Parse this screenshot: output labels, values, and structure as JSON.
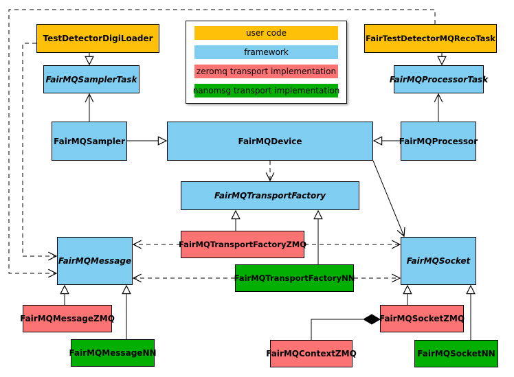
{
  "colors": {
    "user_code": "#FFC107",
    "framework": "#7FCDF1",
    "zeromq": "#FB7373",
    "nanomsg": "#04AF04",
    "line": "#000000",
    "background": "#FFFFFF"
  },
  "legend": {
    "items": [
      {
        "label": "user code",
        "category": "user-code"
      },
      {
        "label": "framework",
        "category": "framework"
      },
      {
        "label": "zeromq transport implementation",
        "category": "zeromq"
      },
      {
        "label": "nanomsg transport implementation",
        "category": "nanomsg"
      }
    ]
  },
  "nodes": {
    "test_detector_digi_loader": {
      "label": "TestDetectorDigiLoader",
      "category": "user-code",
      "abstract": false
    },
    "fair_test_detector_mq_reco_task": {
      "label": "FairTestDetectorMQRecoTask",
      "category": "user-code",
      "abstract": false
    },
    "fairmq_sampler_task": {
      "label": "FairMQSamplerTask",
      "category": "framework",
      "abstract": true
    },
    "fairmq_processor_task": {
      "label": "FairMQProcessorTask",
      "category": "framework",
      "abstract": true
    },
    "fairmq_sampler": {
      "label": "FairMQSampler",
      "category": "framework",
      "abstract": false
    },
    "fairmq_device": {
      "label": "FairMQDevice",
      "category": "framework",
      "abstract": false
    },
    "fairmq_processor": {
      "label": "FairMQProcessor",
      "category": "framework",
      "abstract": false
    },
    "fairmq_transport_factory": {
      "label": "FairMQTransportFactory",
      "category": "framework",
      "abstract": true
    },
    "fairmq_transport_factory_zmq": {
      "label": "FairMQTransportFactoryZMQ",
      "category": "zeromq",
      "abstract": false
    },
    "fairmq_transport_factory_nn": {
      "label": "FairMQTransportFactoryNN",
      "category": "nanomsg",
      "abstract": false
    },
    "fairmq_message": {
      "label": "FairMQMessage",
      "category": "framework",
      "abstract": true
    },
    "fairmq_socket": {
      "label": "FairMQSocket",
      "category": "framework",
      "abstract": true
    },
    "fairmq_message_zmq": {
      "label": "FairMQMessageZMQ",
      "category": "zeromq",
      "abstract": false
    },
    "fairmq_message_nn": {
      "label": "FairMQMessageNN",
      "category": "nanomsg",
      "abstract": false
    },
    "fairmq_socket_zmq": {
      "label": "FairMQSocketZMQ",
      "category": "zeromq",
      "abstract": false
    },
    "fairmq_context_zmq": {
      "label": "FairMQContextZMQ",
      "category": "zeromq",
      "abstract": false
    },
    "fairmq_socket_nn": {
      "label": "FairMQSocketNN",
      "category": "nanomsg",
      "abstract": false
    }
  },
  "edges": [
    {
      "from": "TestDetectorDigiLoader",
      "to": "FairMQSamplerTask",
      "style": "solid",
      "head": "hollow-triangle"
    },
    {
      "from": "FairTestDetectorMQRecoTask",
      "to": "FairMQProcessorTask",
      "style": "solid",
      "head": "hollow-triangle"
    },
    {
      "from": "FairMQSampler",
      "to": "FairMQSamplerTask",
      "style": "solid",
      "head": "open-arrow"
    },
    {
      "from": "FairMQProcessor",
      "to": "FairMQProcessorTask",
      "style": "solid",
      "head": "open-arrow"
    },
    {
      "from": "FairMQSampler",
      "to": "FairMQDevice",
      "style": "solid",
      "head": "hollow-triangle"
    },
    {
      "from": "FairMQProcessor",
      "to": "FairMQDevice",
      "style": "solid",
      "head": "hollow-triangle"
    },
    {
      "from": "FairMQDevice",
      "to": "FairMQTransportFactory",
      "style": "dashed",
      "head": "open-arrow"
    },
    {
      "from": "FairMQDevice",
      "to": "FairMQSocket",
      "style": "solid",
      "head": "open-arrow"
    },
    {
      "from": "FairMQTransportFactoryZMQ",
      "to": "FairMQTransportFactory",
      "style": "solid",
      "head": "hollow-triangle"
    },
    {
      "from": "FairMQTransportFactoryNN",
      "to": "FairMQTransportFactory",
      "style": "solid",
      "head": "hollow-triangle"
    },
    {
      "from": "FairMQTransportFactoryZMQ",
      "to": "FairMQMessage",
      "style": "dashed",
      "head": "open-arrow"
    },
    {
      "from": "FairMQTransportFactoryZMQ",
      "to": "FairMQSocket",
      "style": "dashed",
      "head": "open-arrow"
    },
    {
      "from": "FairMQTransportFactoryNN",
      "to": "FairMQMessage",
      "style": "dashed",
      "head": "open-arrow"
    },
    {
      "from": "FairMQTransportFactoryNN",
      "to": "FairMQSocket",
      "style": "dashed",
      "head": "open-arrow"
    },
    {
      "from": "TestDetectorDigiLoader",
      "to": "FairMQMessage",
      "style": "dashed",
      "head": "open-arrow"
    },
    {
      "from": "FairTestDetectorMQRecoTask",
      "to": "FairMQMessage",
      "style": "dashed",
      "head": "open-arrow"
    },
    {
      "from": "FairMQMessageZMQ",
      "to": "FairMQMessage",
      "style": "solid",
      "head": "hollow-triangle"
    },
    {
      "from": "FairMQMessageNN",
      "to": "FairMQMessage",
      "style": "solid",
      "head": "hollow-triangle"
    },
    {
      "from": "FairMQSocketZMQ",
      "to": "FairMQSocket",
      "style": "solid",
      "head": "hollow-triangle"
    },
    {
      "from": "FairMQSocketNN",
      "to": "FairMQSocket",
      "style": "solid",
      "head": "hollow-triangle"
    },
    {
      "from": "FairMQContextZMQ",
      "to": "FairMQSocketZMQ",
      "style": "solid",
      "head": "filled-diamond"
    }
  ]
}
